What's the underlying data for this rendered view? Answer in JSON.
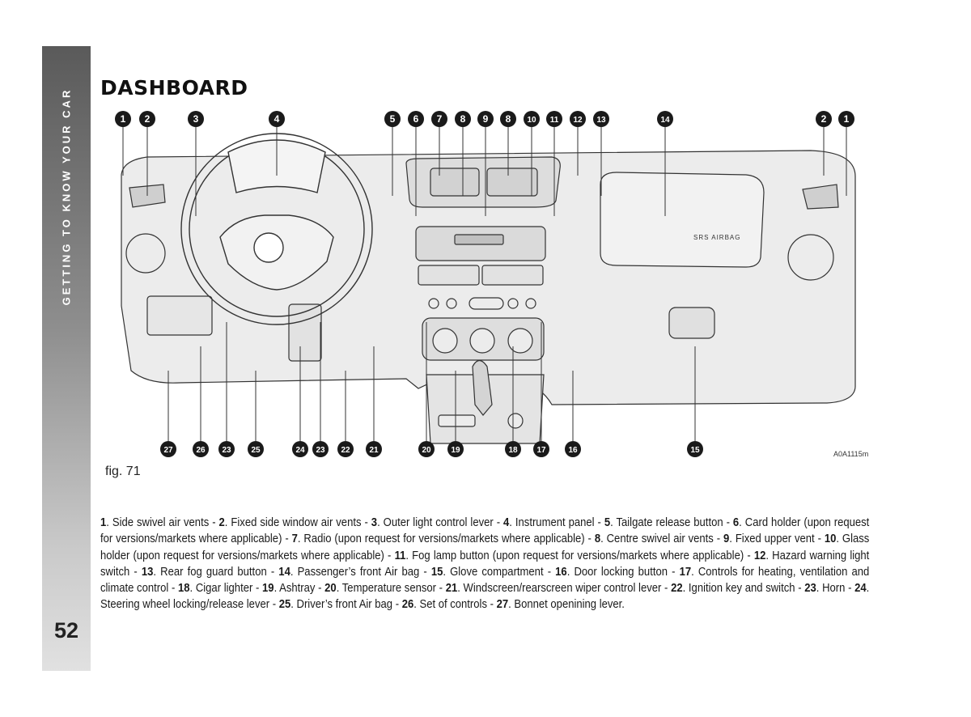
{
  "side_tab": {
    "label": "GETTING TO KNOW YOUR CAR"
  },
  "page_number": "52",
  "title": "DASHBOARD",
  "figure": {
    "caption": "fig. 71",
    "code": "A0A1115m",
    "callouts_top": [
      "1",
      "2",
      "3",
      "4",
      "5",
      "6",
      "7",
      "8",
      "9",
      "8",
      "10",
      "11",
      "12",
      "13",
      "14",
      "2",
      "1"
    ],
    "callouts_bottom": [
      "27",
      "26",
      "23",
      "25",
      "24",
      "23",
      "22",
      "21",
      "20",
      "19",
      "18",
      "17",
      "16",
      "15"
    ],
    "airbag_text": "SRS AIRBAG",
    "badge_colors": {
      "badge": "#1a1a1a",
      "badge_text": "#ffffff",
      "line_art": "#333333",
      "fill": "#ececec"
    }
  },
  "legend": [
    {
      "num": "1",
      "text": "Side swivel air vents"
    },
    {
      "num": "2",
      "text": "Fixed side window air vents"
    },
    {
      "num": "3",
      "text": "Outer light control lever"
    },
    {
      "num": "4",
      "text": "Instrument panel"
    },
    {
      "num": "5",
      "text": "Tailgate release button"
    },
    {
      "num": "6",
      "text": "Card holder (upon request for versions/markets where applicable)"
    },
    {
      "num": "7",
      "text": "Radio (upon request for versions/markets where applicable)"
    },
    {
      "num": "8",
      "text": "Centre swivel air vents"
    },
    {
      "num": "9",
      "text": "Fixed upper vent"
    },
    {
      "num": "10",
      "text": "Glass holder (upon request for versions/markets where applicable)"
    },
    {
      "num": "11",
      "text": "Fog lamp button (upon request for versions/markets where applicable)"
    },
    {
      "num": "12",
      "text": "Hazard warning light switch"
    },
    {
      "num": "13",
      "text": "Rear fog guard button"
    },
    {
      "num": "14",
      "text": "Passenger’s front Air bag"
    },
    {
      "num": "15",
      "text": "Glove compartment"
    },
    {
      "num": "16",
      "text": "Door locking button"
    },
    {
      "num": "17",
      "text": "Controls for heating, ventilation and climate control"
    },
    {
      "num": "18",
      "text": "Cigar lighter"
    },
    {
      "num": "19",
      "text": "Ashtray"
    },
    {
      "num": "20",
      "text": "Temperature sensor"
    },
    {
      "num": "21",
      "text": "Windscreen/rearscreen wiper control lever"
    },
    {
      "num": "22",
      "text": "Ignition key and switch"
    },
    {
      "num": "23",
      "text": "Horn"
    },
    {
      "num": "24",
      "text": "Steering wheel locking/release lever"
    },
    {
      "num": "25",
      "text": "Driver’s front Air bag"
    },
    {
      "num": "26",
      "text": "Set of controls"
    },
    {
      "num": "27",
      "text": "Bonnet openining lever"
    }
  ]
}
